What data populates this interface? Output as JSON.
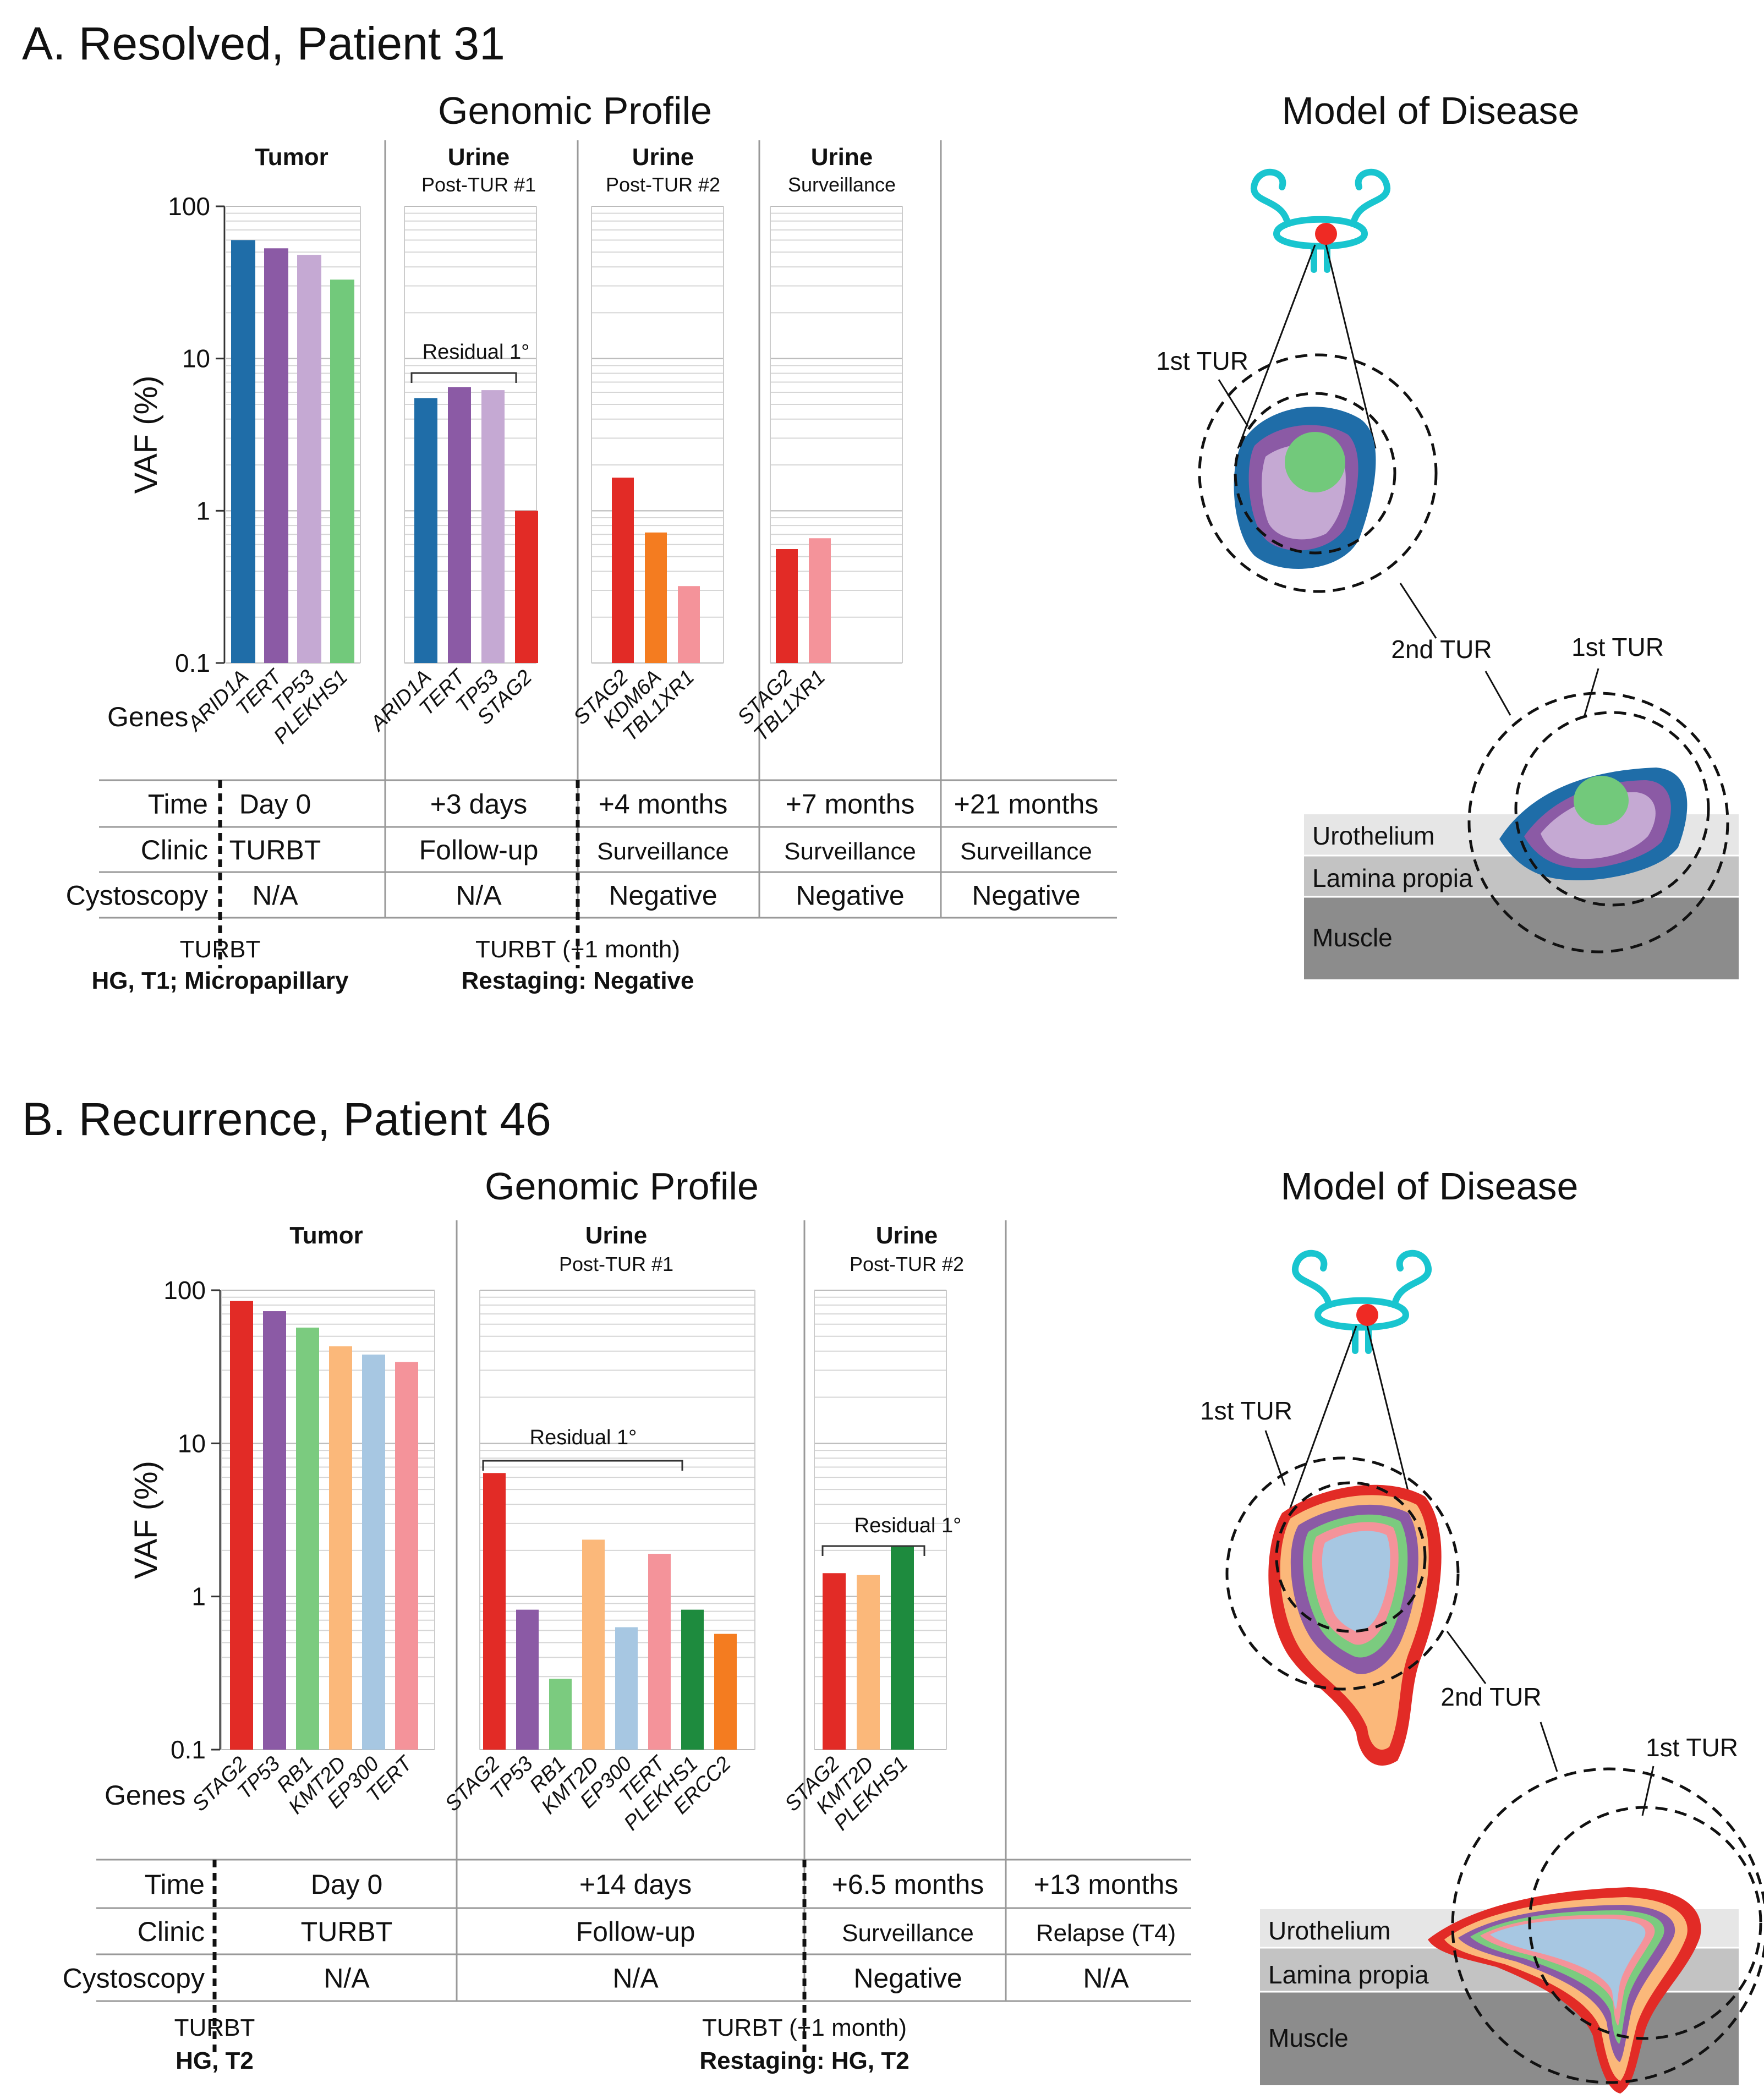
{
  "panels": [
    {
      "id": "A",
      "title": "A. Resolved, Patient 31",
      "profile_title": "Genomic Profile",
      "model_title": "Model of Disease",
      "ylabel": "VAF (%)",
      "genes_label": "Genes",
      "residual_label": "Residual 1°",
      "row_labels": [
        "Time",
        "Clinic",
        "Cystoscopy"
      ],
      "columns": [
        {
          "title": "Tumor",
          "subtitle": "",
          "time": "Day 0",
          "clinic": "TURBT",
          "cysto": "N/A"
        },
        {
          "title": "Urine",
          "subtitle": "Post-TUR #1",
          "time": "+3 days",
          "clinic": "Follow-up",
          "cysto": "N/A"
        },
        {
          "title": "Urine",
          "subtitle": "Post-TUR #2",
          "time": "+4 months",
          "clinic": "Surveillance",
          "cysto": "Negative"
        },
        {
          "title": "Urine",
          "subtitle": "Surveillance",
          "time": "+7 months",
          "clinic": "Surveillance",
          "cysto": "Negative"
        },
        {
          "title": "",
          "subtitle": "",
          "time": "+21 months",
          "clinic": "Surveillance",
          "cysto": "Negative"
        }
      ],
      "notes": [
        {
          "line1": "TURBT",
          "line2": "HG, T1; Micropapillary"
        },
        {
          "line1": "TURBT (+1 month)",
          "line2": "Restaging: Negative"
        }
      ],
      "model_labels": {
        "first_tur_top": "1st TUR",
        "second_tur": "2nd TUR",
        "first_tur_bottom": "1st TUR",
        "urothelium": "Urothelium",
        "lamina": "Lamina propia",
        "muscle": "Muscle"
      }
    },
    {
      "id": "B",
      "title": "B. Recurrence, Patient 46",
      "profile_title": "Genomic Profile",
      "model_title": "Model of Disease",
      "ylabel": "VAF (%)",
      "genes_label": "Genes",
      "residual_label": "Residual 1°",
      "row_labels": [
        "Time",
        "Clinic",
        "Cystoscopy"
      ],
      "columns": [
        {
          "title": "Tumor",
          "subtitle": "",
          "time": "Day 0",
          "clinic": "TURBT",
          "cysto": "N/A"
        },
        {
          "title": "Urine",
          "subtitle": "Post-TUR #1",
          "time": "+14 days",
          "clinic": "Follow-up",
          "cysto": "N/A"
        },
        {
          "title": "Urine",
          "subtitle": "Post-TUR #2",
          "time": "+6.5 months",
          "clinic": "Surveillance",
          "cysto": "Negative"
        },
        {
          "title": "",
          "subtitle": "",
          "time": "+13 months",
          "clinic": "Relapse (T4)",
          "cysto": "N/A"
        }
      ],
      "notes": [
        {
          "line1": "TURBT",
          "line2": "HG, T2"
        },
        {
          "line1": "TURBT (+1 month)",
          "line2": "Restaging: HG, T2"
        }
      ],
      "model_labels": {
        "first_tur_top": "1st TUR",
        "second_tur": "2nd TUR",
        "first_tur_bottom": "1st TUR",
        "urothelium": "Urothelium",
        "lamina": "Lamina propia",
        "muscle": "Muscle"
      }
    }
  ],
  "chart_data": [
    {
      "type": "bar",
      "panel": "A",
      "ylabel": "VAF (%)",
      "yscale": "log",
      "ylim": [
        0.1,
        100
      ],
      "yticks": [
        "0.1",
        "1",
        "10",
        "100"
      ],
      "groups": [
        {
          "name": "Tumor",
          "genes": [
            "ARID1A",
            "TERT",
            "TP53",
            "PLEKHS1"
          ],
          "values": [
            60,
            53,
            48,
            33
          ],
          "colors": [
            "#1f6da8",
            "#8b5aa5",
            "#c5a9d3",
            "#72c97b"
          ]
        },
        {
          "name": "Urine Post-TUR #1",
          "genes": [
            "ARID1A",
            "TERT",
            "TP53",
            "STAG2"
          ],
          "values": [
            5.5,
            6.5,
            6.2,
            1.0
          ],
          "colors": [
            "#1f6da8",
            "#8b5aa5",
            "#c5a9d3",
            "#e22b26"
          ]
        },
        {
          "name": "Urine Post-TUR #2",
          "genes": [
            "STAG2",
            "KDM6A",
            "TBL1XR1"
          ],
          "values": [
            1.65,
            0.72,
            0.32
          ],
          "colors": [
            "#e22b26",
            "#f47c20",
            "#f4939a"
          ]
        },
        {
          "name": "Urine Surveillance",
          "genes": [
            "STAG2",
            "TBL1XR1"
          ],
          "values": [
            0.56,
            0.66
          ],
          "colors": [
            "#e22b26",
            "#f4939a"
          ]
        }
      ]
    },
    {
      "type": "bar",
      "panel": "B",
      "ylabel": "VAF (%)",
      "yscale": "log",
      "ylim": [
        0.1,
        100
      ],
      "yticks": [
        "0.1",
        "1",
        "10",
        "100"
      ],
      "groups": [
        {
          "name": "Tumor",
          "genes": [
            "STAG2",
            "TP53",
            "RB1",
            "KMT2D",
            "EP300",
            "TERT"
          ],
          "values": [
            85,
            73,
            57,
            43,
            38,
            34
          ],
          "colors": [
            "#e22b26",
            "#8b5aa5",
            "#7bcb7f",
            "#fbb87a",
            "#a7c7e2",
            "#f4939a"
          ]
        },
        {
          "name": "Urine Post-TUR #1",
          "genes": [
            "STAG2",
            "TP53",
            "RB1",
            "KMT2D",
            "EP300",
            "TERT",
            "PLEKHS1",
            "ERCC2"
          ],
          "values": [
            6.4,
            0.82,
            0.29,
            2.35,
            0.63,
            1.9,
            0.82,
            0.57
          ],
          "colors": [
            "#e22b26",
            "#8b5aa5",
            "#7bcb7f",
            "#fbb87a",
            "#a7c7e2",
            "#f4939a",
            "#1e8b3e",
            "#f47c20"
          ]
        },
        {
          "name": "Urine Post-TUR #2",
          "genes": [
            "STAG2",
            "KMT2D",
            "PLEKHS1"
          ],
          "values": [
            1.42,
            1.38,
            2.15
          ],
          "colors": [
            "#e22b26",
            "#fbb87a",
            "#1e8b3e"
          ]
        }
      ]
    }
  ]
}
